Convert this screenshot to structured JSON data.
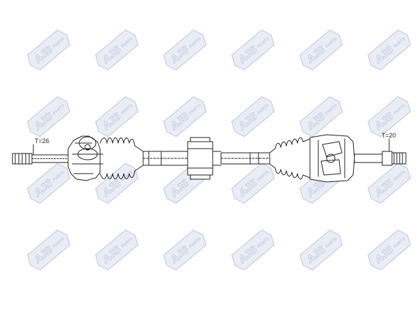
{
  "watermark": {
    "brand": "AJS",
    "sub": "PARTS",
    "color": "#bcc3db",
    "fill": "#e7eaf4"
  },
  "drawing": {
    "stroke_color": "#1e1e1e",
    "labels": {
      "left_spline": "T=26",
      "right_spline": "T=20"
    }
  }
}
